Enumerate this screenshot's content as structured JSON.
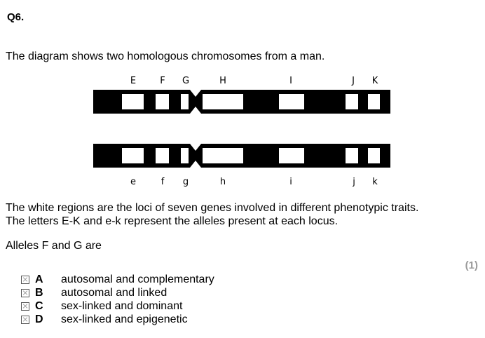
{
  "question": {
    "number": "Q6.",
    "stem": "The diagram shows two homologous chromosomes from a man.",
    "paragraph_lines": [
      "The white regions are the loci of seven genes involved in different phenotypic traits.",
      "The letters E-K and e-k represent the alleles present at each locus."
    ],
    "prompt": "Alleles F and G are",
    "marks": "(1)",
    "options": [
      {
        "letter": "A",
        "text": "autosomal and complementary"
      },
      {
        "letter": "B",
        "text": "autosomal and linked"
      },
      {
        "letter": "C",
        "text": "sex-linked and dominant"
      },
      {
        "letter": "D",
        "text": "sex-linked and epigenetic"
      }
    ]
  },
  "diagram": {
    "top_labels": [
      "E",
      "F",
      "G",
      "H",
      "I",
      "J",
      "K"
    ],
    "bottom_labels": [
      "e",
      "f",
      "g",
      "h",
      "i",
      "j",
      "k"
    ]
  }
}
